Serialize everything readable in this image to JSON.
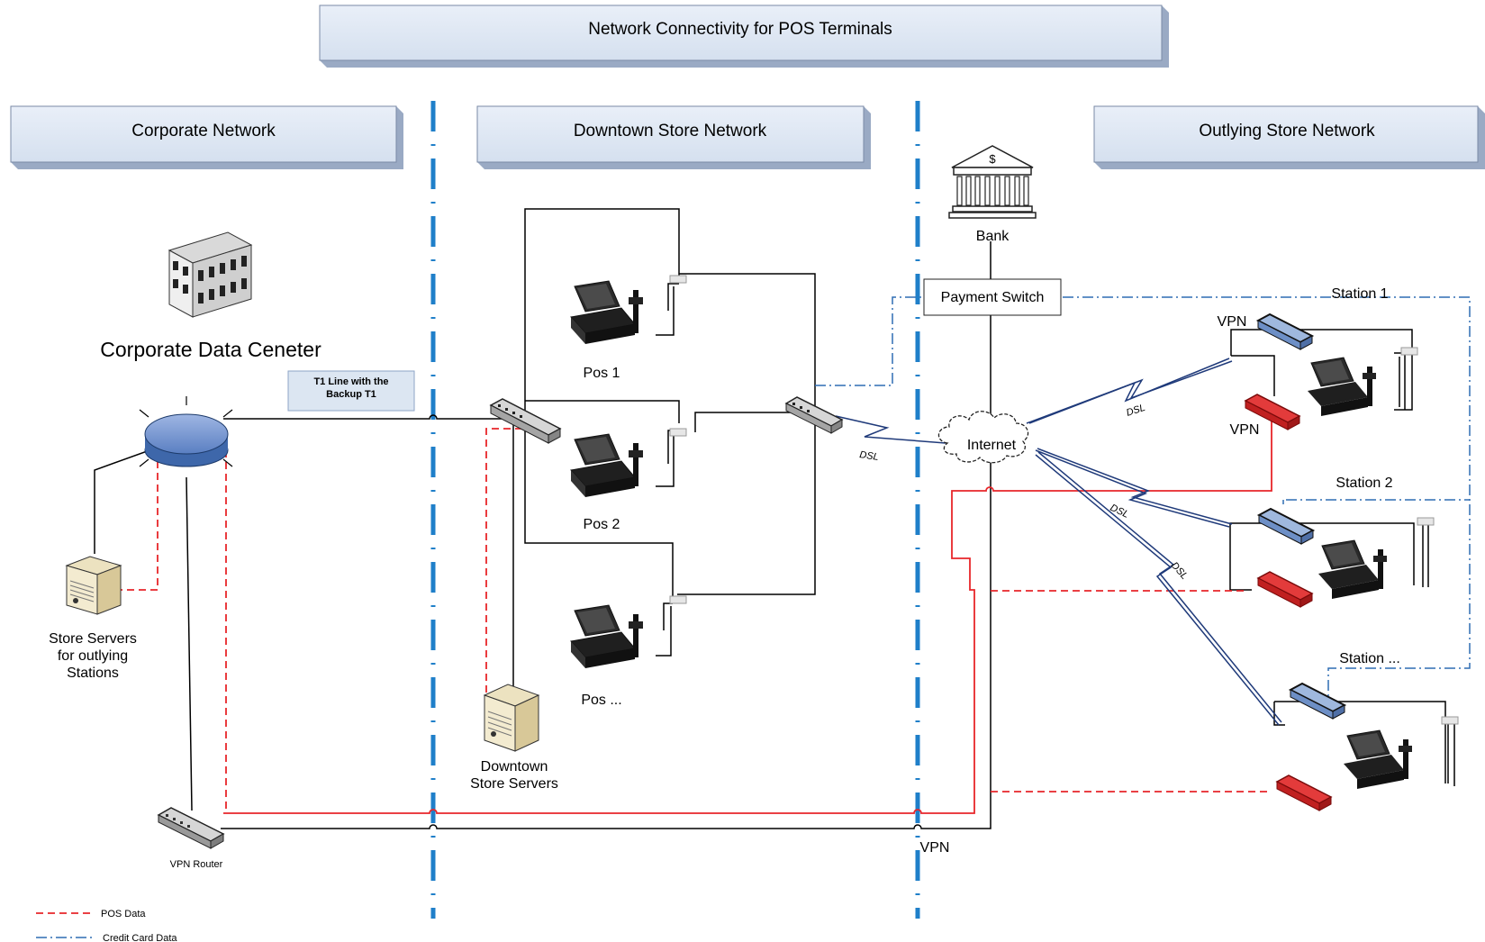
{
  "title": "Network Connectivity for POS Terminals",
  "sections": {
    "corporate": "Corporate Network",
    "downtown": "Downtown Store Network",
    "outlying": "Outlying Store Network"
  },
  "labels": {
    "data_center": "Corporate Data Ceneter",
    "t1_line_1": "T1 Line with the",
    "t1_line_2": "Backup T1",
    "store_servers_1": "Store Servers",
    "store_servers_2": "for outlying",
    "store_servers_3": "Stations",
    "vpn_router": "VPN Router",
    "downtown_servers_1": "Downtown",
    "downtown_servers_2": "Store Servers",
    "pos1": "Pos 1",
    "pos2": "Pos 2",
    "pos3": "Pos ...",
    "bank": "Bank",
    "bank_symbol": "$",
    "payment_switch": "Payment Switch",
    "internet": "Internet",
    "vpn_bottom": "VPN",
    "vpn_top": "VPN",
    "vpn_mid": "VPN",
    "dsl": "DSL",
    "station1": "Station 1",
    "station2": "Station 2",
    "station3": "Station ..."
  },
  "legend": {
    "pos_data": "POS Data",
    "credit_card_data": "Credit Card  Data"
  },
  "colors": {
    "pos_data": "#e8262a",
    "credit_card": "#2f6db3",
    "divider": "#1f7fc9",
    "dsl_line": "#1f3a7a",
    "device_blue": "#9fb8de",
    "device_red": "#e33b3b",
    "header_fill": "#dce6f2"
  }
}
